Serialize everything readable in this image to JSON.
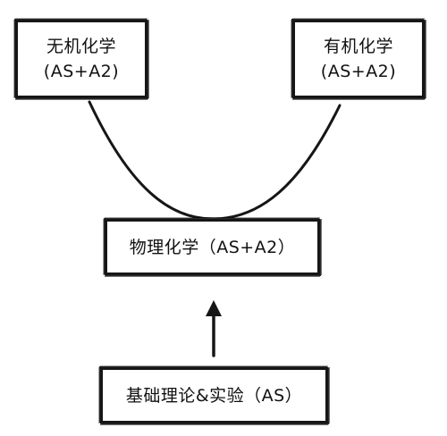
{
  "nodes": {
    "inorganic": {
      "name": "无机化学",
      "scope": "(AS+A2)"
    },
    "organic": {
      "name": "有机化学",
      "scope": "(AS+A2)"
    },
    "physical": {
      "label": "物理化学（AS+A2）"
    },
    "foundation": {
      "label": "基础理论&实验（AS）"
    }
  },
  "colors": {
    "ink": "#161616",
    "background": "#ffffff"
  }
}
